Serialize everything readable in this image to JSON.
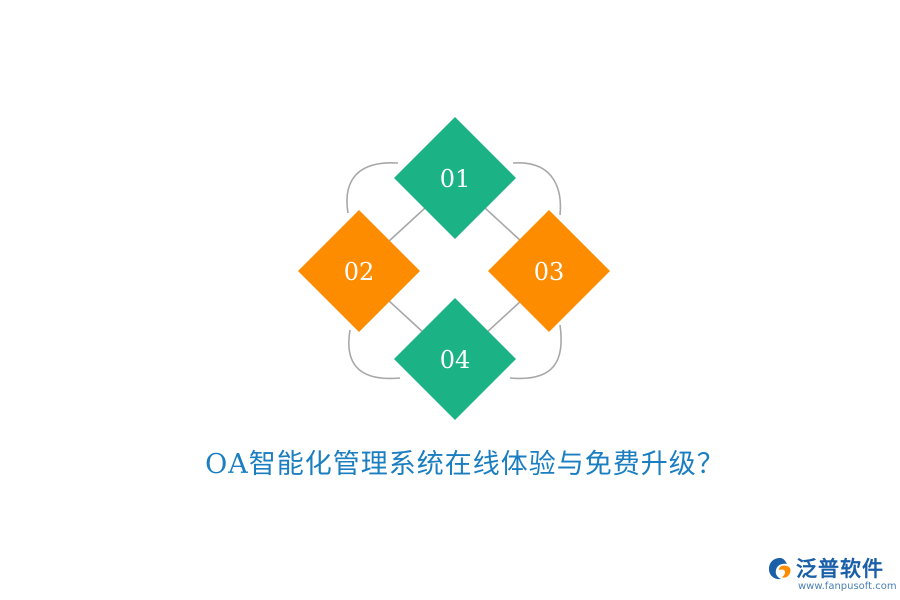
{
  "diagram": {
    "items": [
      {
        "label": "01",
        "color": "#1bb386"
      },
      {
        "label": "02",
        "color": "#fd8c00"
      },
      {
        "label": "03",
        "color": "#fd8c00"
      },
      {
        "label": "04",
        "color": "#1bb386"
      }
    ],
    "connector_color": "#a8a8a8"
  },
  "title": {
    "text": "OA智能化管理系统在线体验与免费升级？",
    "color": "#1a7ec1"
  },
  "brand": {
    "name": "泛普软件",
    "url": "www.fanpusoft.com",
    "name_color": "#1a5fa8",
    "url_color": "#4a7fb8",
    "mark_colors": [
      "#1a5fa8",
      "#fd8c00"
    ]
  }
}
